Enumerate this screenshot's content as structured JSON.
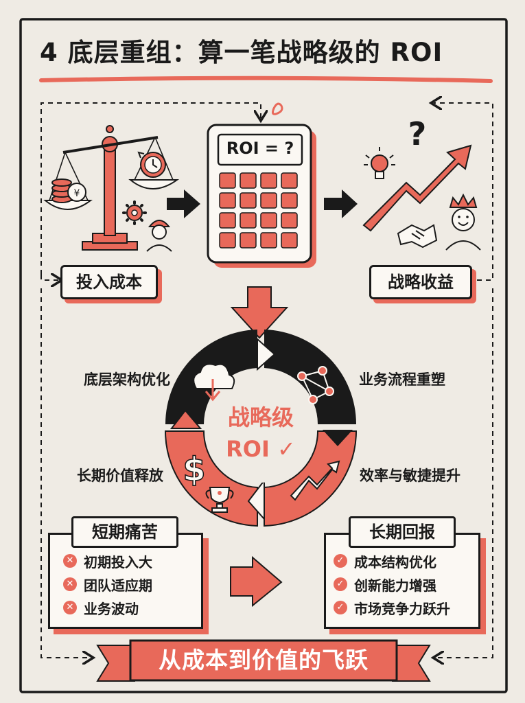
{
  "title": "4 底层重组：算一笔战略级的 ROI",
  "top": {
    "input_cost": "投入成本",
    "calculator_screen": "ROI = ?",
    "strategic_benefit": "战略收益",
    "question_mark": "?"
  },
  "cycle": {
    "center_line1": "战略级",
    "center_line2": "ROI ✓",
    "labels": {
      "top_left": "底层架构优化",
      "top_right": "业务流程重塑",
      "bottom_right": "效率与敏捷提升",
      "bottom_left": "长期价值释放"
    }
  },
  "short_term": {
    "title": "短期痛苦",
    "items": [
      "初期投入大",
      "团队适应期",
      "业务波动"
    ]
  },
  "long_term": {
    "title": "长期回报",
    "items": [
      "成本结构优化",
      "创新能力增强",
      "市场竞争力跃升"
    ]
  },
  "banner": "从成本到价值的飞跃",
  "colors": {
    "accent": "#e8695a",
    "ink": "#1a1a1a",
    "paper": "#efebe4"
  },
  "icons": {
    "scale": "balance-scale-icon",
    "coins": "coins-icon",
    "clock": "clock-icon",
    "gear": "gear-icon",
    "worker": "worker-icon",
    "calculator": "calculator-icon",
    "lightbulb": "lightbulb-icon",
    "growth_arrow": "growth-arrow-icon",
    "handshake": "handshake-icon",
    "king": "crowned-person-icon",
    "cloud": "cloud-download-icon",
    "network": "network-icon",
    "dollar": "dollar-icon",
    "trophy": "trophy-icon",
    "trend": "trend-up-icon",
    "cross": "cross-icon",
    "check": "check-icon"
  }
}
